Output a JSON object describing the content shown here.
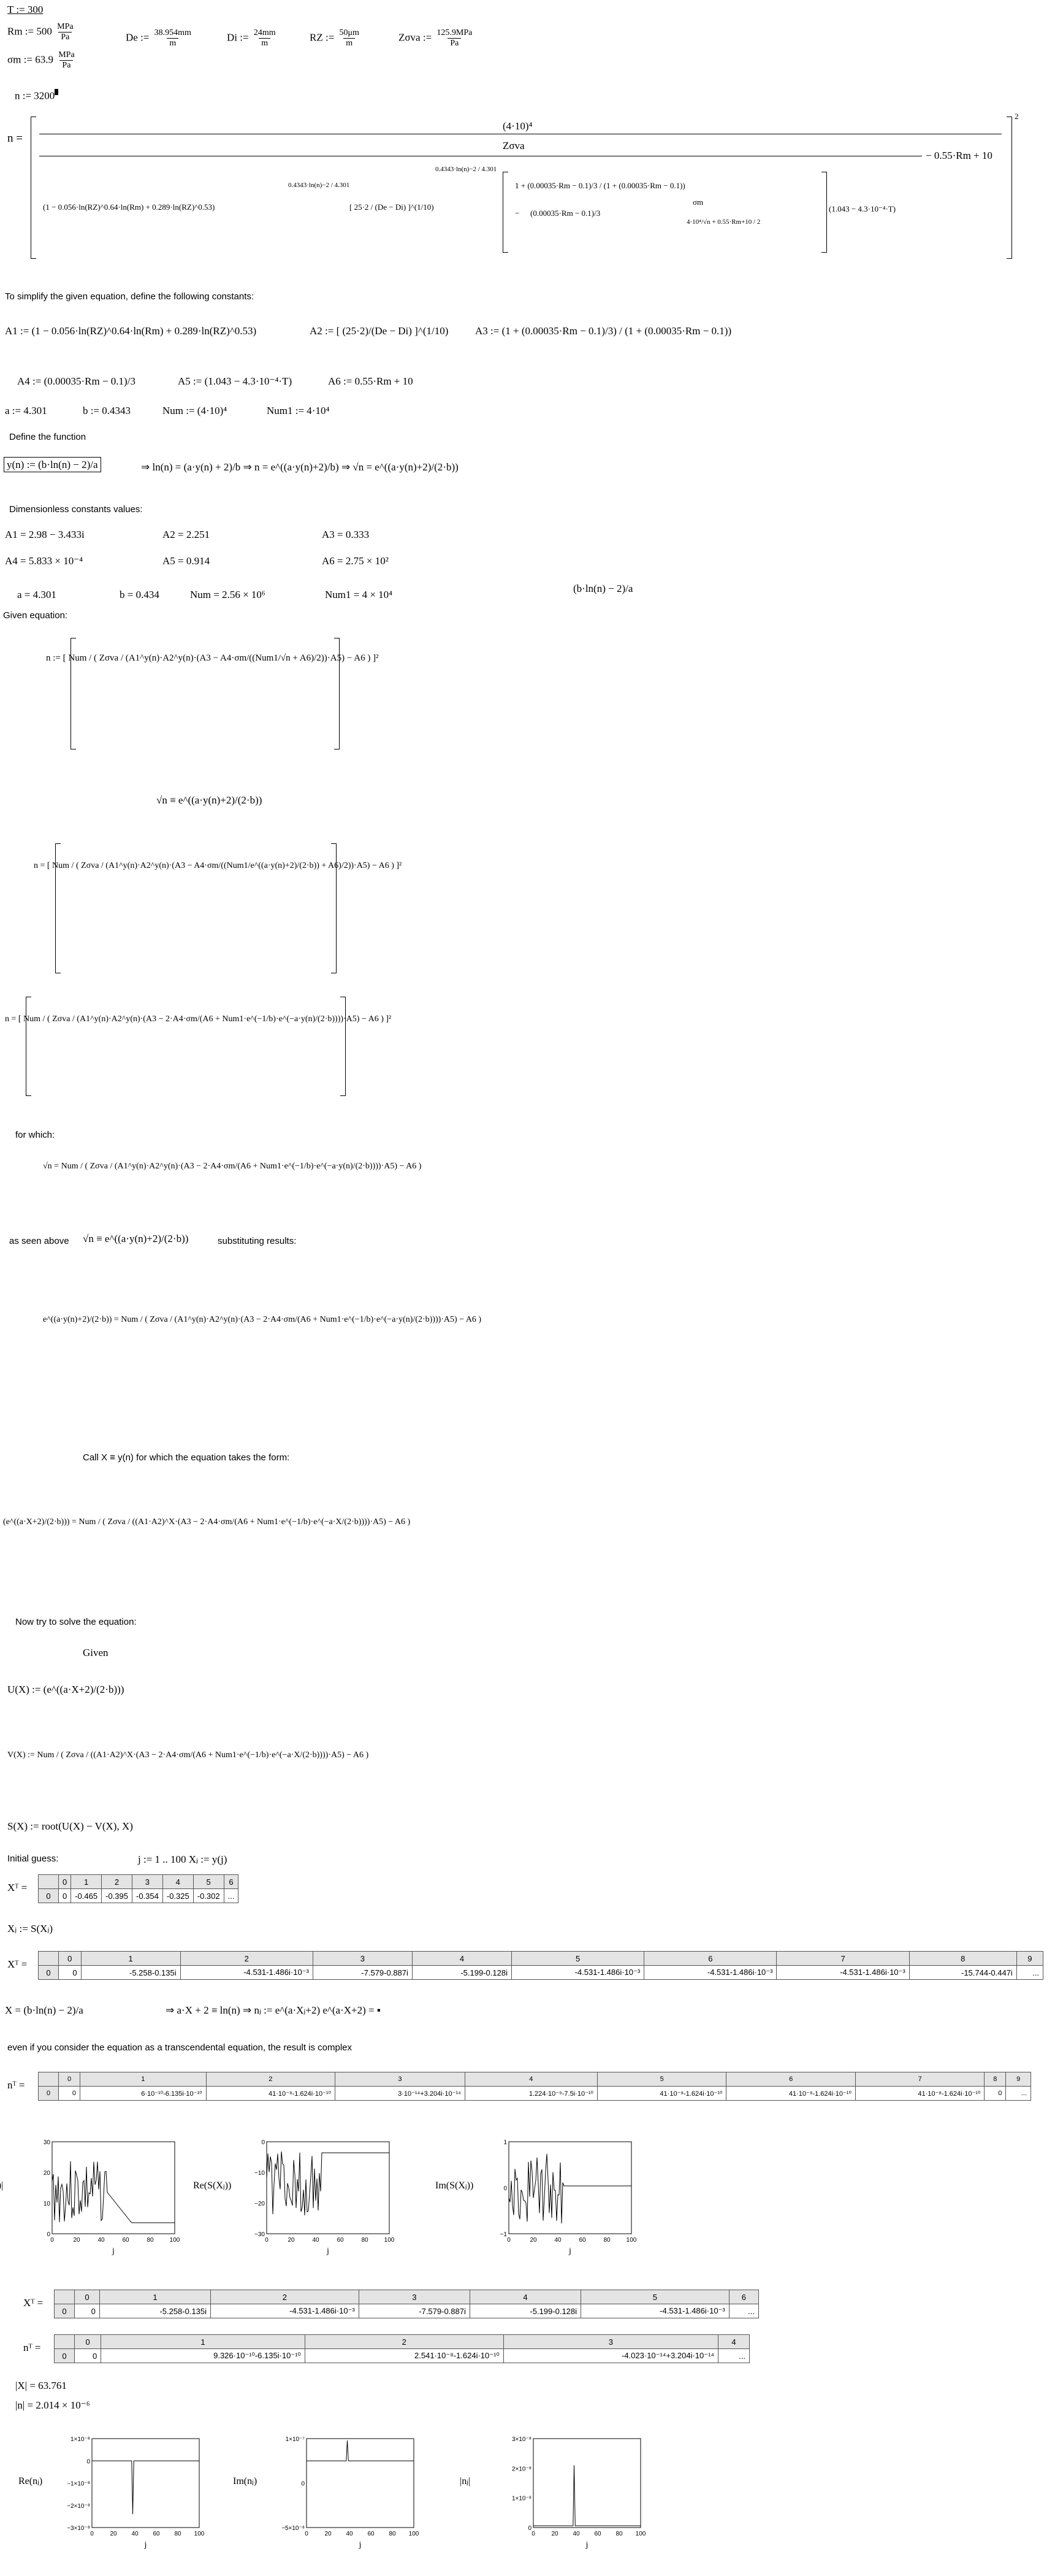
{
  "defs": {
    "T": "T := 300",
    "Rm": "Rm := 500",
    "Rm_unit_num": "MPa",
    "Rm_unit_den": "Pa",
    "De": "De :=",
    "De_num": "38.954mm",
    "De_den": "m",
    "Di": "Di :=",
    "Di_num": "24mm",
    "Di_den": "m",
    "Rz": "RZ :=",
    "Rz_num": "50μm",
    "Rz_den": "m",
    "Zova": "Zσva :=",
    "Zova_num": "125.9MPa",
    "Zova_den": "Pa",
    "sigm": "σm := 63.9",
    "sigm_num": "MPa",
    "sigm_den": "Pa",
    "n": "n := 3200"
  },
  "eq1": {
    "lhs": "n =",
    "top": "(4·10)⁴",
    "zova": "Zσva",
    "sub": "− 0.55·Rm + 10",
    "exp": "2",
    "left_factor": "(1 − 0.056·ln(RZ)^0.64·ln(Rm) + 0.289·ln(RZ)^0.53)",
    "left_exp": "0.4343·ln(n)−2 / 4.301",
    "mid": "[ 25·2 / (De − Di) ]^(1/10)",
    "mid_exp": "0.4343·ln(n)−2 / 4.301",
    "bracket": "1 + (0.00035·Rm − 0.1)/3 / (1 + (0.00035·Rm − 0.1))",
    "minus": "−",
    "a4": "(0.00035·Rm − 0.1)/3",
    "sig": "σm",
    "sig_den": "4·10⁴/√n + 0.55·Rm+10 / 2",
    "tail": "(1.043 − 4.3·10⁻⁴·T)"
  },
  "text": {
    "simplify": "To simplify the given equation, define the following constants:",
    "A1": "A1 := (1 − 0.056·ln(RZ)^0.64·ln(Rm) + 0.289·ln(RZ)^0.53)",
    "A2": "A2 := [ (25·2)/(De − Di) ]^(1/10)",
    "A3": "A3 := (1 + (0.00035·Rm − 0.1)/3) / (1 + (0.00035·Rm − 0.1))",
    "A4": "A4 := (0.00035·Rm − 0.1)/3",
    "A5": "A5 := (1.043 − 4.3·10⁻⁴·T)",
    "A6": "A6 := 0.55·Rm + 10",
    "a": "a := 4.301",
    "b": "b := 0.4343",
    "Num": "Num := (4·10)⁴",
    "Num1": "Num1 := 4·10⁴",
    "define": "Define the function",
    "yfun": "y(n) := (b·ln(n) − 2)/a",
    "impl1": "⇒   ln(n) = (a·y(n) + 2)/b   ⇒   n = e^((a·y(n)+2)/b)   ⇒   √n = e^((a·y(n)+2)/(2·b))",
    "dimless": "Dimensionless constants values:",
    "A1v": "A1 = 2.98 − 3.433i",
    "A2v": "A2 = 2.251",
    "A3v": "A3 = 0.333",
    "A4v": "A4 = 5.833 × 10⁻⁴",
    "A5v": "A5 = 0.914",
    "A6v": "A6 = 2.75 × 10²",
    "av": "a = 4.301",
    "bv": "b = 0.434",
    "Numv": "Num = 2.56 × 10⁶",
    "Num1v": "Num1 = 4 × 10⁴",
    "side_expr": "(b·ln(n) − 2)/a",
    "given": "Given equation:",
    "eqA": "n := [ Num / ( Zσva / (A1^y(n)·A2^y(n)·(A3 − A4·σm/((Num1/√n + A6)/2))·A5) − A6 ) ]²",
    "sqrtn": "√n ≡ e^((a·y(n)+2)/(2·b))",
    "eqB": "n = [ Num / ( Zσva / (A1^y(n)·A2^y(n)·(A3 − A4·σm/((Num1/e^((a·y(n)+2)/(2·b)) + A6)/2))·A5) − A6 ) ]²",
    "eqC": "n = [ Num / ( Zσva / (A1^y(n)·A2^y(n)·(A3 − 2·A4·σm/(A6 + Num1·e^(−1/b)·e^(−a·y(n)/(2·b))))·A5) − A6 ) ]²",
    "forwhich": "for which:",
    "eqD": "√n = Num / ( Zσva / (A1^y(n)·A2^y(n)·(A3 − 2·A4·σm/(A6 + Num1·e^(−1/b)·e^(−a·y(n)/(2·b))))·A5) − A6 )",
    "asseen": "as seen above",
    "asseen_eq": "√n ≡ e^((a·y(n)+2)/(2·b))",
    "subst": "substituting results:",
    "eqE": "e^((a·y(n)+2)/(2·b)) = Num / ( Zσva / (A1^y(n)·A2^y(n)·(A3 − 2·A4·σm/(A6 + Num1·e^(−1/b)·e^(−a·y(n)/(2·b))))·A5) − A6 )",
    "call": "Call   X ≡ y(n)   for which the equation takes the form:",
    "eqF": "(e^((a·X+2)/(2·b))) = Num / ( Zσva / ((A1·A2)^X·(A3 − 2·A4·σm/(A6 + Num1·e^(−1/b)·e^(−a·X/(2·b))))·A5) − A6 )",
    "nowtry": "Now try to solve the equation:",
    "givenkw": "Given",
    "U": "U(X) := (e^((a·X+2)/(2·b)))",
    "V": "V(X) := Num / ( Zσva / ((A1·A2)^X·(A3 − 2·A4·σm/(A6 + Num1·e^(−1/b)·e^(−a·X/(2·b))))·A5) − A6 )",
    "S": "S(X) := root(U(X) − V(X), X)",
    "initial": "Initial guess:",
    "jrange": "j := 1 .. 100     Xⱼ := y(j)",
    "Xj": "Xⱼ := S(Xⱼ)",
    "Xeq": "X = (b·ln(n) − 2)/a",
    "Xeq_rest": "⇒  a·X + 2 ≡ ln(n)   ⇒   nⱼ := e^(a·Xⱼ+2)     e^(a·X+2) = ▪",
    "complex": "even if you consider the equation as a transcendental equation, the result is complex",
    "absX": "|X| = 63.761",
    "absn": "|n| = 2.014 × 10⁻⁶"
  },
  "table1": {
    "label": "Xᵀ =",
    "headers": [
      "",
      "0",
      "1",
      "2",
      "3",
      "4",
      "5",
      "6"
    ],
    "row": [
      "0",
      "0",
      "-0.465",
      "-0.395",
      "-0.354",
      "-0.325",
      "-0.302",
      "..."
    ]
  },
  "table2": {
    "label": "Xᵀ =",
    "headers": [
      "",
      "0",
      "1",
      "2",
      "3",
      "4",
      "5",
      "6",
      "7",
      "8",
      "9"
    ],
    "row": [
      "0",
      "0",
      "-5.258-0.135i",
      "-4.531-1.486i·10⁻³",
      "-7.579-0.887i",
      "-5.199-0.128i",
      "-4.531-1.486i·10⁻³",
      "-4.531-1.486i·10⁻³",
      "-4.531-1.486i·10⁻³",
      "-15.744-0.447i",
      "..."
    ]
  },
  "table3": {
    "label": "nᵀ =",
    "headers": [
      "",
      "0",
      "1",
      "2",
      "3",
      "4",
      "5",
      "6",
      "7",
      "8",
      "9"
    ],
    "row": [
      "0",
      "0",
      "6·10⁻¹⁰-6.135i·10⁻¹⁰",
      "41·10⁻⁸-1.624i·10⁻¹⁰",
      "3·10⁻¹⁴+3.204i·10⁻¹⁴",
      "1.224·10⁻⁹-7.5i·10⁻¹⁰",
      "41·10⁻⁸-1.624i·10⁻¹⁰",
      "41·10⁻⁸-1.624i·10⁻¹⁰",
      "41·10⁻⁸-1.624i·10⁻¹⁰",
      "0",
      "..."
    ]
  },
  "table4": {
    "label": "Xᵀ =",
    "headers": [
      "",
      "0",
      "1",
      "2",
      "3",
      "4",
      "5",
      "6"
    ],
    "row": [
      "0",
      "0",
      "-5.258-0.135i",
      "-4.531-1.486i·10⁻³",
      "-7.579-0.887i",
      "-5.199-0.128i",
      "-4.531-1.486i·10⁻³",
      "..."
    ]
  },
  "table5": {
    "label": "nᵀ =",
    "headers": [
      "",
      "0",
      "1",
      "2",
      "3",
      "4"
    ],
    "row": [
      "0",
      "0",
      "9.326·10⁻¹⁰-6.135i·10⁻¹⁰",
      "2.541·10⁻⁸-1.624i·10⁻¹⁰",
      "-4.023·10⁻¹⁴+3.204i·10⁻¹⁴",
      "..."
    ]
  },
  "plots_row1": [
    {
      "ylabel": "|S(Xⱼ)|",
      "xlabel": "j",
      "yticks": [
        "30",
        "20",
        "10",
        "0"
      ],
      "xticks": [
        "0",
        "20",
        "40",
        "60",
        "80",
        "100"
      ]
    },
    {
      "ylabel": "Re(S(Xⱼ))",
      "xlabel": "j",
      "yticks": [
        "0",
        "−10",
        "−20",
        "−30"
      ],
      "xticks": [
        "0",
        "20",
        "40",
        "60",
        "80",
        "100"
      ]
    },
    {
      "ylabel": "Im(S(Xⱼ))",
      "xlabel": "j",
      "yticks": [
        "1",
        "0",
        "−1"
      ],
      "xticks": [
        "0",
        "20",
        "40",
        "60",
        "80",
        "100"
      ]
    }
  ],
  "plots_row2": [
    {
      "ylabel": "Re(nⱼ)",
      "xlabel": "j",
      "yticks": [
        "1×10⁻⁸",
        "0",
        "−1×10⁻⁸",
        "−2×10⁻⁸",
        "−3×10⁻⁸"
      ],
      "xticks": [
        "0",
        "20",
        "40",
        "60",
        "80",
        "100"
      ]
    },
    {
      "ylabel": "Im(nⱼ)",
      "xlabel": "j",
      "yticks": [
        "1×10⁻⁷",
        "0",
        "−5×10⁻⁸"
      ],
      "xticks": [
        "0",
        "20",
        "40",
        "60",
        "80",
        "100"
      ]
    },
    {
      "ylabel": "|nⱼ|",
      "xlabel": "j",
      "yticks": [
        "3×10⁻⁸",
        "2×10⁻⁸",
        "1×10⁻⁸",
        "0"
      ],
      "xticks": [
        "0",
        "20",
        "40",
        "60",
        "80",
        "100"
      ]
    }
  ]
}
